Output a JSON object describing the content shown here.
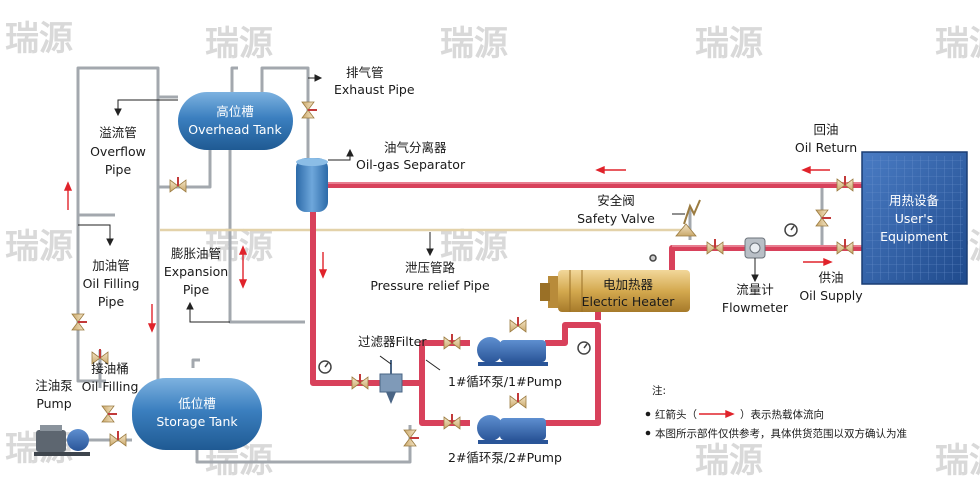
{
  "watermark": "瑞源",
  "labels": {
    "exhaust_cn": "排气管",
    "exhaust_en": "Exhaust Pipe",
    "overflow_cn": "溢流管",
    "overflow_en1": "Overflow",
    "overflow_en2": "Pipe",
    "separator_cn": "油气分离器",
    "separator_en": "Oil-gas Separator",
    "oil_return_cn": "回油",
    "oil_return_en": "Oil Return",
    "safety_cn": "安全阀",
    "safety_en": "Safety Valve",
    "expansion_cn": "膨胀油管",
    "expansion_en1": "Expansion",
    "expansion_en2": "Pipe",
    "filling_pipe_cn": "加油管",
    "filling_pipe_en1": "Oil Filling",
    "filling_pipe_en2": "Pipe",
    "relief_cn": "泄压管路",
    "relief_en": "Pressure relief Pipe",
    "flowmeter_cn": "流量计",
    "flowmeter_en": "Flowmeter",
    "supply_cn": "供油",
    "supply_en": "Oil Supply",
    "filter": "过滤器Filter",
    "pump1": "1#循环泵/1#Pump",
    "pump2": "2#循环泵/2#Pump",
    "fill_pump_cn": "注油泵",
    "fill_pump_en": "Pump",
    "fill_barrel_cn": "接油桶",
    "fill_barrel_en": "Oil Filling"
  },
  "tanks": {
    "overhead_cn": "高位槽",
    "overhead_en": "Overhead Tank",
    "storage_cn": "低位槽",
    "storage_en": "Storage Tank"
  },
  "heater": {
    "cn": "电加热器",
    "en": "Electric Heater"
  },
  "equipment": {
    "cn": "用热设备",
    "en1": "User's",
    "en2": "Equipment"
  },
  "notes": {
    "title": "注:",
    "line1_pre": "红箭头（",
    "line1_post": "）表示热载体流向",
    "line2": "本图所示部件仅供参考，具体供货范围以双方确认为准"
  },
  "colors": {
    "hot_pipe": "#d8415b",
    "grey_pipe": "#9aa0a6",
    "relief_pipe": "#e3d2a9",
    "tank_blue": "#3b7fbf",
    "heater_gold": "#d4a94f",
    "panel_blue": "#2d5ea8"
  }
}
